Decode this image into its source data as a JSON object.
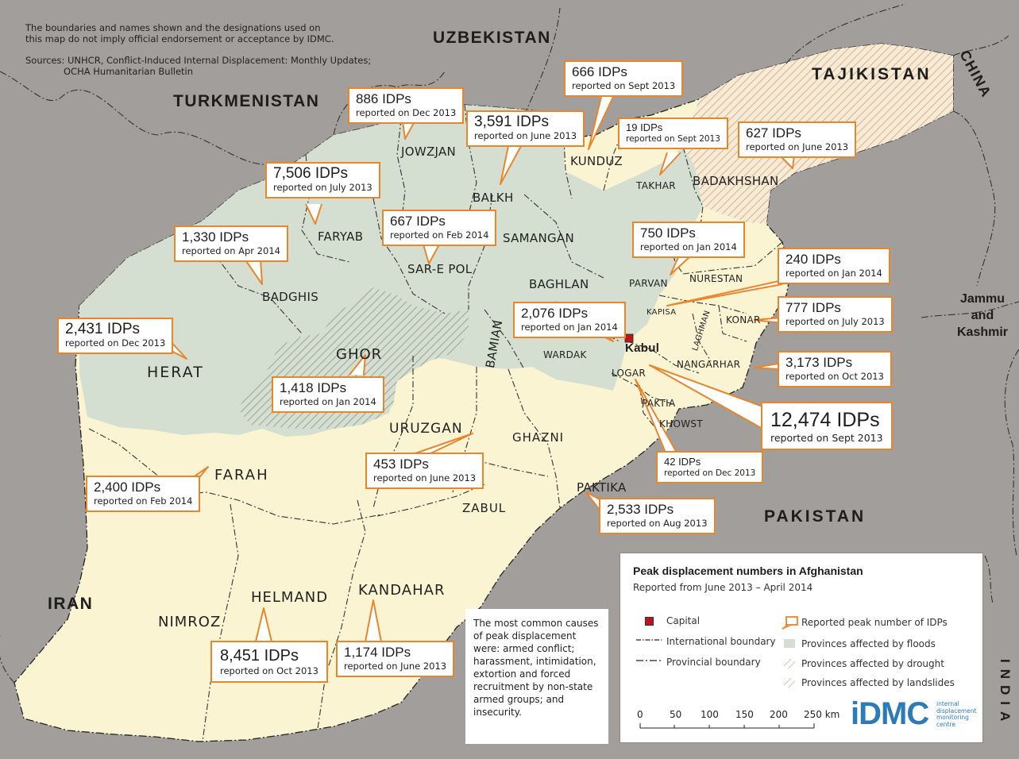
{
  "disclaimer": [
    "The boundaries and names shown and the designations used on",
    "this map do not imply official endorsement or acceptance by IDMC."
  ],
  "sources": [
    "Sources: UNHCR, Conflict-Induced Internal Displacement: Monthly Updates;",
    "OCHA Humanitarian Bulletin"
  ],
  "countries": {
    "uzbekistan": "UZBEKISTAN",
    "turkmenistan": "TURKMENISTAN",
    "tajikistan": "TAJIKISTAN",
    "china": "CHINA",
    "iran": "IRAN",
    "pakistan": "PAKISTAN",
    "india": "INDIA",
    "jammu": [
      "Jammu",
      "and",
      "Kashmir"
    ]
  },
  "provinces": {
    "jowzjan": "JOWZJAN",
    "balkh": "BALKH",
    "kunduz": "KUNDUZ",
    "takhar": "TAKHAR",
    "badakhshan": "BADAKHSHAN",
    "faryab": "FARYAB",
    "samangan": "SAMANGAN",
    "sarepol": "SAR-E POL",
    "baghlan": "BAGHLAN",
    "parvan": "PARVAN",
    "nurestan": "NURESTAN",
    "kapisa": "KAPISA",
    "laghman": "LAGHMAN",
    "konar": "KONAR",
    "badghis": "BADGHIS",
    "bamian": "BAMIAN",
    "wardak": "WARDAK",
    "kabul": "Kabul",
    "logar": "LOGAR",
    "nangarhar": "NANGARHAR",
    "herat": "HERAT",
    "ghor": "GHOR",
    "paktia": "PAKTIA",
    "khowst": "KHOWST",
    "uruzgan": "URUZGAN",
    "ghazni": "GHAZNI",
    "farah": "FARAH",
    "paktika": "PAKTIKA",
    "zabul": "ZABUL",
    "helmand": "HELMAND",
    "kandahar": "KANDAHAR",
    "nimroz": "NIMROZ"
  },
  "callouts": {
    "kunduz": {
      "idps": "666 IDPs",
      "reported": "reported on Sept 2013"
    },
    "jowzjan": {
      "idps": "886 IDPs",
      "reported": "reported on Dec 2013"
    },
    "balkh": {
      "idps": "3,591 IDPs",
      "reported": "reported on June 2013"
    },
    "takhar": {
      "idps": "19 IDPs",
      "reported": "reported on Sept 2013"
    },
    "badakhshan": {
      "idps": "627 IDPs",
      "reported": "reported on June 2013"
    },
    "faryab": {
      "idps": "7,506 IDPs",
      "reported": "reported on July 2013"
    },
    "sarepol": {
      "idps": "667 IDPs",
      "reported": "reported on Feb 2014"
    },
    "badghis": {
      "idps": "1,330 IDPs",
      "reported": "reported on Apr 2014"
    },
    "parvan": {
      "idps": "750 IDPs",
      "reported": "reported on Jan 2014"
    },
    "laghman": {
      "idps": "240 IDPs",
      "reported": "reported on Jan 2014"
    },
    "konar": {
      "idps": "777 IDPs",
      "reported": "reported on July 2013"
    },
    "herat": {
      "idps": "2,431 IDPs",
      "reported": "reported on Dec 2013"
    },
    "wardak": {
      "idps": "2,076 IDPs",
      "reported": "reported on Jan 2014"
    },
    "nangarhar": {
      "idps": "3,173 IDPs",
      "reported": "reported on Oct 2013"
    },
    "ghor": {
      "idps": "1,418 IDPs",
      "reported": "reported on Jan 2014"
    },
    "khowst": {
      "idps": "12,474 IDPs",
      "reported": "reported on Sept 2013"
    },
    "logar": {
      "idps": "42 IDPs",
      "reported": "reported on Dec 2013"
    },
    "uruzgan": {
      "idps": "453 IDPs",
      "reported": "reported on June 2013"
    },
    "farah": {
      "idps": "2,400 IDPs",
      "reported": "reported on Feb 2014"
    },
    "paktika": {
      "idps": "2,533 IDPs",
      "reported": "reported on Aug 2013"
    },
    "helmand": {
      "idps": "8,451 IDPs",
      "reported": "reported on Oct 2013"
    },
    "kandahar": {
      "idps": "1,174 IDPs",
      "reported": "reported on June 2013"
    }
  },
  "causes": "The most common causes of peak displacement were: armed conflict; harassment, intimidation, extortion and forced recruitment by non-state armed groups; and insecurity.",
  "legend": {
    "title": "Peak displacement numbers in Afghanistan",
    "subtitle": "Reported from June 2013 – April 2014",
    "capital": "Capital",
    "intl_boundary": "International boundary",
    "prov_boundary": "Provincial boundary",
    "reported": "Reported peak number of IDPs",
    "floods": "Provinces affected by floods",
    "drought": "Provinces affected by drought",
    "landslides": "Provinces affected by landslides",
    "scale": [
      "0",
      "50",
      "100",
      "150",
      "200",
      "250 km"
    ],
    "logo": "iDMC",
    "logo_sub": [
      "internal",
      "displacement",
      "monitoring",
      "centre"
    ]
  },
  "colors": {
    "background": "#a29e9b",
    "floods": "#d5dfd1",
    "non_flood": "#fbf4d3",
    "callout_border": "#e8862c",
    "capital": "#c0141b",
    "logo": "#2d7bb6"
  }
}
